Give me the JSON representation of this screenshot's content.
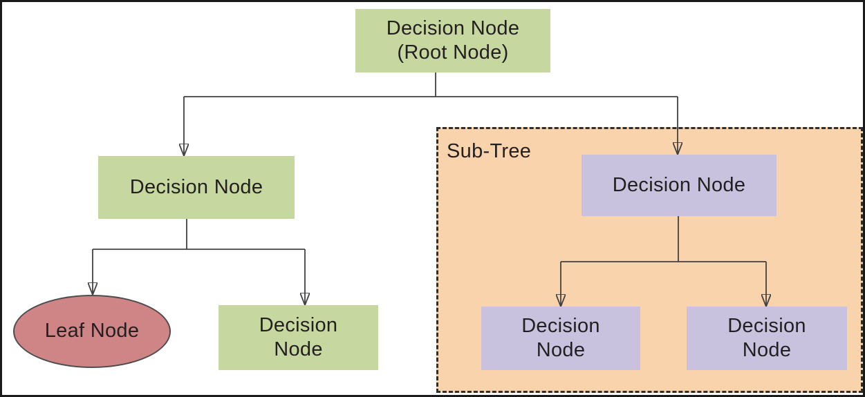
{
  "diagram_type": "decision-tree",
  "subtree": {
    "label": "Sub-Tree"
  },
  "nodes": {
    "root": {
      "lines": [
        "Decision Node",
        "(Root Node)"
      ],
      "shape": "rect",
      "kind": "decision"
    },
    "left_decision": {
      "lines": [
        "Decision Node"
      ],
      "shape": "rect",
      "kind": "decision"
    },
    "leaf": {
      "lines": [
        "Leaf Node"
      ],
      "shape": "ellipse",
      "kind": "leaf"
    },
    "bottom_left_decision": {
      "lines": [
        "Decision",
        "Node"
      ],
      "shape": "rect",
      "kind": "decision"
    },
    "subtree_root": {
      "lines": [
        "Decision Node"
      ],
      "shape": "rect",
      "kind": "decision"
    },
    "subtree_child_left": {
      "lines": [
        "Decision",
        "Node"
      ],
      "shape": "rect",
      "kind": "decision"
    },
    "subtree_child_right": {
      "lines": [
        "Decision",
        "Node"
      ],
      "shape": "rect",
      "kind": "decision"
    }
  },
  "edges": [
    [
      "root",
      "left_decision"
    ],
    [
      "root",
      "subtree_root"
    ],
    [
      "left_decision",
      "leaf"
    ],
    [
      "left_decision",
      "bottom_left_decision"
    ],
    [
      "subtree_root",
      "subtree_child_left"
    ],
    [
      "subtree_root",
      "subtree_child_right"
    ]
  ],
  "colors": {
    "decision_node_fill_green": "#c6d7a0",
    "decision_node_fill_purple": "#c9c2de",
    "leaf_node_fill": "#cf8486",
    "leaf_node_stroke": "#4d4d4f",
    "subtree_fill": "#f9d3ab",
    "subtree_border": "#2e2e2e",
    "connector_line": "#414042",
    "arrowhead": "#231f20",
    "text": "#231f20",
    "figure_border": "#1a1a1a",
    "background": "#ffffff"
  }
}
